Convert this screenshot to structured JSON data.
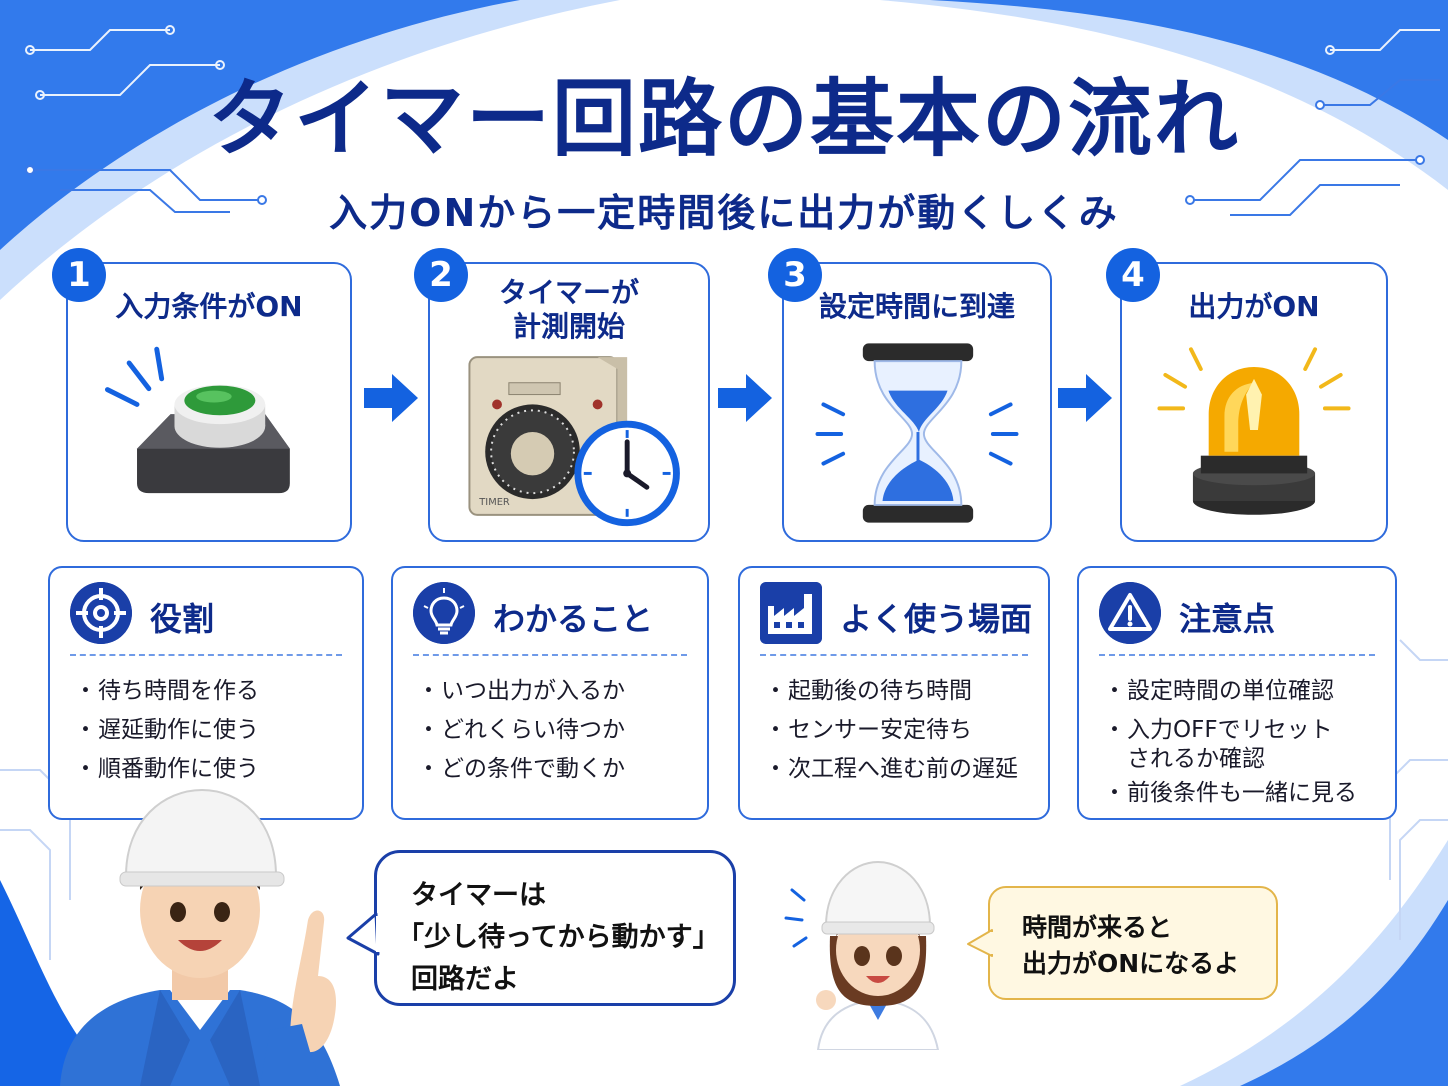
{
  "title": "タイマー回路の基本の流れ",
  "subtitle": "入力ONから一定時間後に出力が動くしくみ",
  "colors": {
    "primary": "#0d2a8a",
    "accent": "#1462e0",
    "border": "#2f6bdc",
    "bubble_yellow": "#fff8e2"
  },
  "steps": [
    {
      "number": "1",
      "title_lines": [
        "入力条件がON"
      ],
      "icon": "push-button-icon"
    },
    {
      "number": "2",
      "title_lines": [
        "タイマーが",
        "計測開始"
      ],
      "icon": "timer-relay-icon",
      "device_label": "TIMER"
    },
    {
      "number": "3",
      "title_lines": [
        "設定時間に到達"
      ],
      "icon": "hourglass-icon"
    },
    {
      "number": "4",
      "title_lines": [
        "出力がON"
      ],
      "icon": "signal-lamp-icon"
    }
  ],
  "info_cards": [
    {
      "title": "役割",
      "icon": "target-icon",
      "items": [
        "待ち時間を作る",
        "遅延動作に使う",
        "順番動作に使う"
      ]
    },
    {
      "title": "わかること",
      "icon": "lightbulb-icon",
      "items": [
        "いつ出力が入るか",
        "どれくらい待つか",
        "どの条件で動くか"
      ]
    },
    {
      "title": "よく使う場面",
      "icon": "factory-icon",
      "items": [
        "起動後の待ち時間",
        "センサー安定待ち",
        "次工程へ進む前の遅延"
      ]
    },
    {
      "title": "注意点",
      "icon": "warning-icon",
      "items": [
        "設定時間の単位確認",
        "入力OFFでリセット",
        "前後条件も一緒に見る"
      ],
      "item_2_cont": "されるか確認"
    }
  ],
  "speech_main": [
    "タイマーは",
    "「少し待ってから動かす」",
    "回路だよ"
  ],
  "speech_sub": [
    "時間が来ると",
    "出力がONになるよ"
  ]
}
